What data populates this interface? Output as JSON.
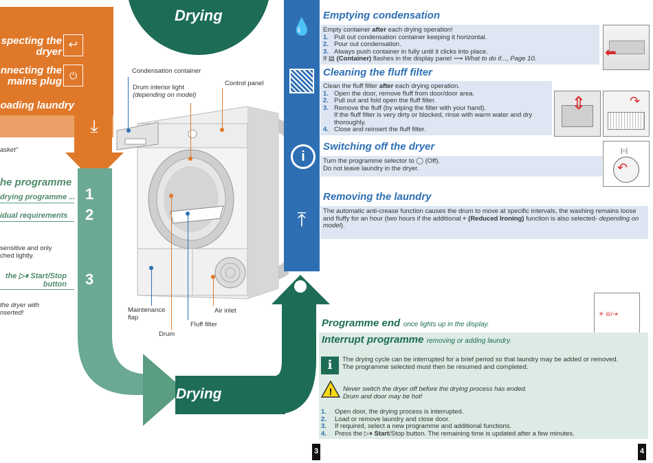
{
  "left_page": {
    "orange_steps": [
      {
        "line1": "specting the",
        "line2": "dryer"
      },
      {
        "line1": "nnecting the",
        "line2": "mains plug"
      },
      {
        "line1": "oading laundry",
        "line2": ""
      }
    ],
    "basket_text": "asket\"",
    "programme_title": "he programme",
    "programme_step1": "drying programme ...",
    "programme_step2": "idual requirements",
    "sensitive_text_1": "sensitive and only",
    "sensitive_text_2": "ched lightly.",
    "start_stop_1": "the ▷⏸ Start/Stop",
    "start_stop_2": "button",
    "dryer_with_1": "the dryer with",
    "dryer_with_2": "nserted!",
    "step_numbers": [
      "1",
      "2",
      "3"
    ],
    "top_title": "Drying",
    "bottom_title": "Drying",
    "page_number": "3",
    "labels": {
      "condensation_container": "Condensation container",
      "drum_light_1": "Drum interior light",
      "drum_light_2": "(depending on model)",
      "control_panel": "Control panel",
      "maintenance_flap_1": "Maintenance",
      "maintenance_flap_2": "flap",
      "drum": "Drum",
      "fluff_filter": "Fluff filter",
      "air_inlet": "Air inlet"
    }
  },
  "right_page": {
    "page_number": "4",
    "emptying": {
      "title": "Emptying condensation",
      "intro_pre": "Empty container ",
      "intro_bold": "after",
      "intro_post": " each drying operation!",
      "steps": [
        "Pull out condensation container keeping it horizontal.",
        "Pour out condensation.",
        "Always push container in fully until it clicks into place."
      ],
      "note_pre": "If ",
      "note_bold": "(Container)",
      "note_mid": " flashes in the display panel ⟶ ",
      "note_italic": "What to do if..., Page 10."
    },
    "fluff": {
      "title": "Cleaning the fluff filter",
      "intro_pre": "Clean the fluff filter ",
      "intro_bold": "after",
      "intro_post": " each drying operation.",
      "steps": [
        "Open the door, remove fluff from door/door area.",
        "Pull out and fold open the fluff filter.",
        "Remove the fluff (by wiping the filter with your hand).",
        "Close and reinsert the fluff filter."
      ],
      "step3_extra": "If the fluff filter is very dirty or blocked, rinse with warm water and dry thoroughly."
    },
    "switching": {
      "title": "Switching off the dryer",
      "line1": "Turn the programme selector to ◯ (Off).",
      "line2": "Do not leave laundry in the dryer."
    },
    "removing": {
      "title": "Removing the laundry",
      "text_pre": "The automatic anti-crease function causes the drum to move at specific intervals, the washing remains loose and fluffy for an hour (two hours if the additional ",
      "text_bold": "(Reduced Ironing)",
      "text_post": " function is also selected-",
      "text_italic": "depending on model",
      "text_end": ")."
    },
    "programme_end": {
      "title": "Programme end",
      "subtitle": "once lights up in the display."
    },
    "interrupt": {
      "title": "Interrupt programme",
      "subtitle": "removing or adding laundry.",
      "info_1": "The drying cycle can be interrupted for a brief period so that laundry may be added or removed.",
      "info_2": "The programme selected must then be resumed and completed.",
      "warn_1": "Never switch the dryer off before the drying process has ended.",
      "warn_2": "Drum and door may be hot!",
      "steps": [
        "Open door, the drying process is interrupted.",
        "Load or remove laundry and close door.",
        "If required, select a new programme and additional functions."
      ],
      "step4_pre": "Press the ▷⏸ ",
      "step4_bold": "Start",
      "step4_post": "/Stop  button. The remaining time is updated after a few minutes."
    },
    "display_symbol": "✳ ⊖/⇥",
    "step_numbers": [
      "1.",
      "2.",
      "3.",
      "4."
    ]
  },
  "colors": {
    "orange": "#e0782a",
    "green": "#5a9d80",
    "dark_green": "#1d6c56",
    "blue": "#2e6fb4",
    "light_blue_box": "#dde6f2",
    "light_green_box": "#dcebe3"
  }
}
